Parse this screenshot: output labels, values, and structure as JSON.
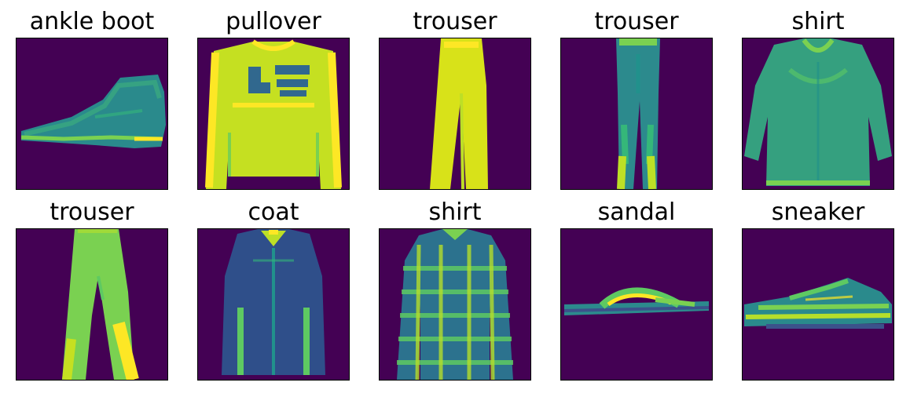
{
  "figure": {
    "colors": {
      "background": "#440154",
      "low": "#3b528b",
      "mid": "#21918c",
      "high": "#5ec962",
      "peak": "#fde725"
    },
    "panels": [
      {
        "label": "ankle boot",
        "icon": "ankle-boot-icon"
      },
      {
        "label": "pullover",
        "icon": "pullover-icon"
      },
      {
        "label": "trouser",
        "icon": "trouser-icon"
      },
      {
        "label": "trouser",
        "icon": "trouser-icon"
      },
      {
        "label": "shirt",
        "icon": "shirt-icon"
      },
      {
        "label": "trouser",
        "icon": "trouser-icon"
      },
      {
        "label": "coat",
        "icon": "coat-icon"
      },
      {
        "label": "shirt",
        "icon": "plaid-shirt-icon"
      },
      {
        "label": "sandal",
        "icon": "sandal-icon"
      },
      {
        "label": "sneaker",
        "icon": "sneaker-icon"
      }
    ]
  }
}
